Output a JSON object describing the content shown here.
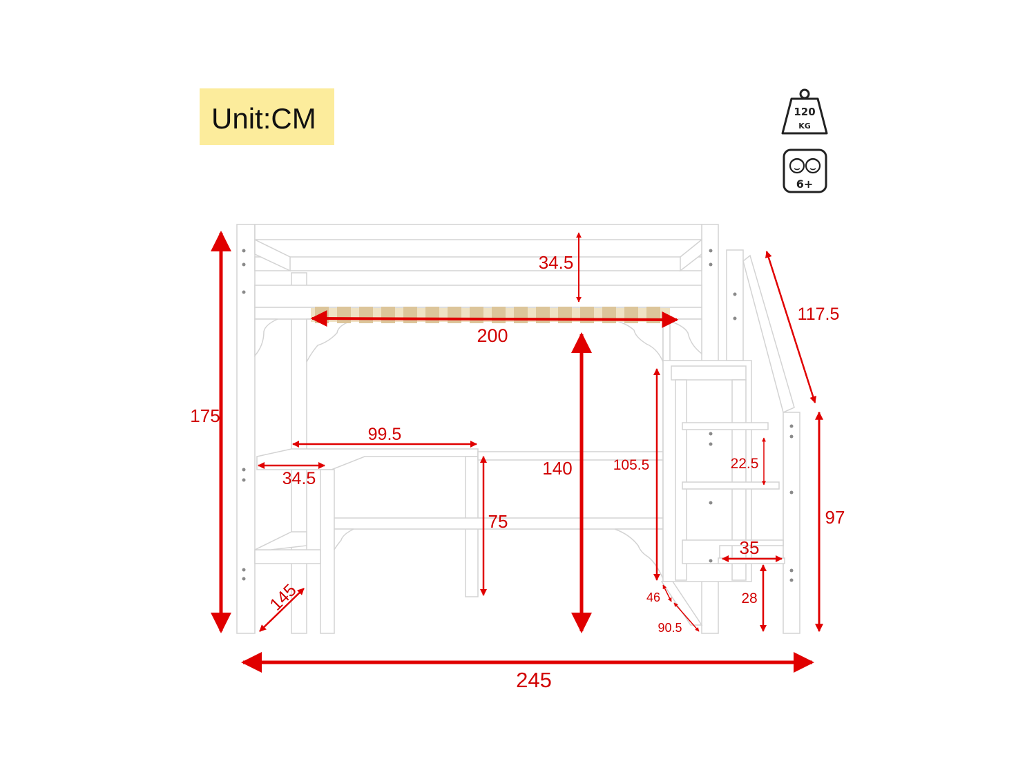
{
  "unit_label": "Unit:CM",
  "icons": {
    "weight": {
      "name": "weight-limit-icon",
      "value": "120",
      "unit": "KG"
    },
    "age": {
      "name": "age-limit-icon",
      "value": "6+"
    }
  },
  "dimensions": {
    "total_length": "245",
    "total_height": "175",
    "guardrail_height": "34.5",
    "mattress_length": "200",
    "clearance_height": "140",
    "desk_length": "99.5",
    "desk_depth": "34.5",
    "desk_height": "75",
    "desk_side_length": "145",
    "cabinet_height": "105.5",
    "stair_handrail": "117.5",
    "stair_step_gap": "22.5",
    "stair_step_width": "35",
    "stair_first_step": "28",
    "stair_total_height": "97",
    "cabinet_depth": "46",
    "stair_depth": "90.5"
  },
  "colors": {
    "dimension": "#e00000",
    "frame": "#ffffff",
    "frame_stroke": "#d6d6d6",
    "slat": "#dcc59a",
    "unit_box": "#fcec9c"
  }
}
